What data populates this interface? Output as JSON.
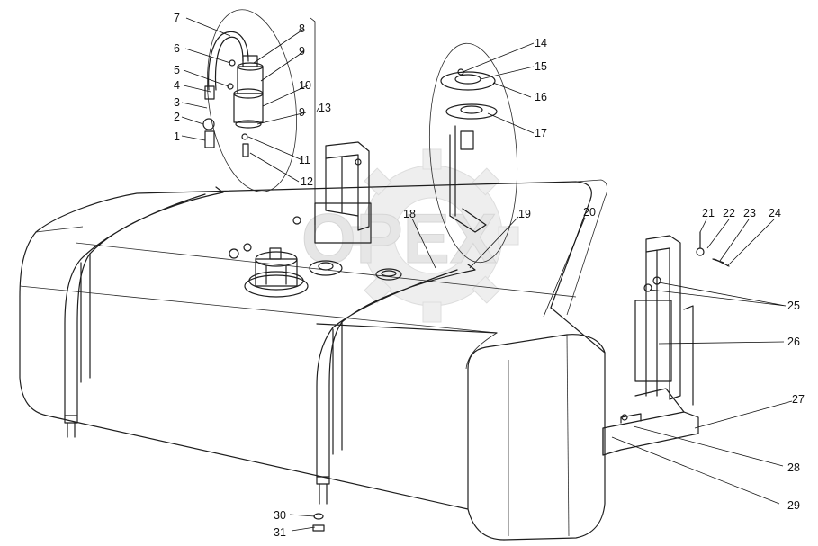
{
  "diagram": {
    "watermark": "OPEX",
    "callouts": [
      "1",
      "2",
      "3",
      "4",
      "5",
      "6",
      "7",
      "8",
      "9",
      "10",
      "11",
      "12",
      "13",
      "14",
      "15",
      "16",
      "17",
      "18",
      "19",
      "20",
      "21",
      "22",
      "23",
      "24",
      "25",
      "26",
      "27",
      "28",
      "29",
      "30",
      "31"
    ],
    "repeated_callouts": {
      "second_9": "9"
    }
  }
}
